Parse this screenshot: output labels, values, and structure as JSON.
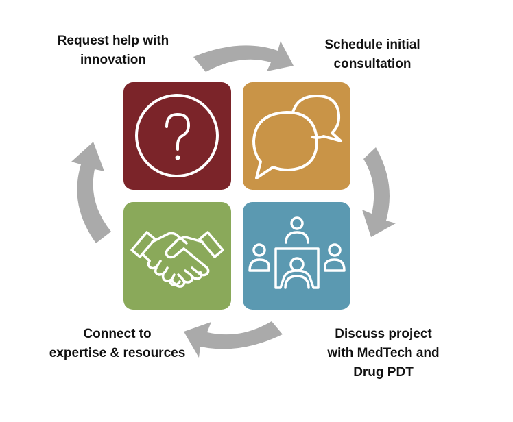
{
  "colors": {
    "question_tile": "#7b2429",
    "chat_tile": "#c99447",
    "handshake_tile": "#8aa95a",
    "meeting_tile": "#5b99b1",
    "arrow": "#aaaaaa",
    "icon_stroke": "#ffffff"
  },
  "steps": [
    {
      "id": "request",
      "lines": [
        "Request help with",
        "innovation"
      ],
      "icon": "question-mark-icon"
    },
    {
      "id": "schedule",
      "lines": [
        "Schedule initial",
        "consultation"
      ],
      "icon": "speech-bubbles-icon"
    },
    {
      "id": "discuss",
      "lines": [
        "Discuss project",
        "with MedTech and",
        "Drug PDT"
      ],
      "icon": "meeting-table-icon"
    },
    {
      "id": "connect",
      "lines": [
        "Connect to",
        "expertise & resources"
      ],
      "icon": "handshake-icon"
    }
  ]
}
